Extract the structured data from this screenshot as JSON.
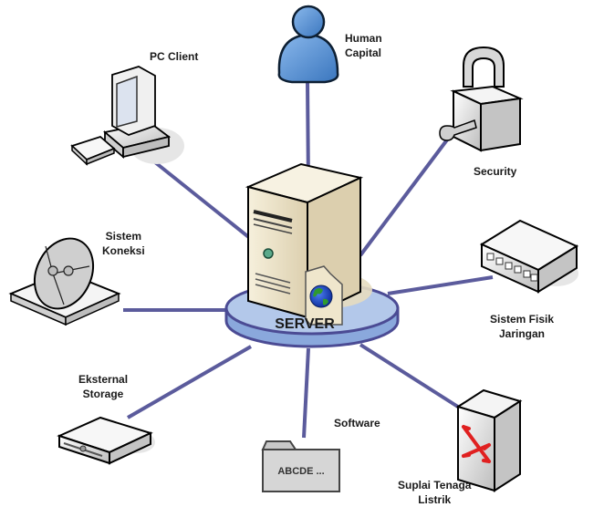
{
  "diagram": {
    "center": {
      "label": "SERVER"
    },
    "nodes": [
      {
        "id": "pc-client",
        "label": "PC Client"
      },
      {
        "id": "human-capital",
        "label": "Human\nCapital"
      },
      {
        "id": "security",
        "label": "Security"
      },
      {
        "id": "sistem-fisik-jaringan",
        "label": "Sistem Fisik\nJaringan"
      },
      {
        "id": "suplai-tenaga-listrik",
        "label": "Suplai Tenaga\nListrik"
      },
      {
        "id": "software",
        "label": "Software",
        "icon_text": "ABCDE ..."
      },
      {
        "id": "eksternal-storage",
        "label": "Eksternal\nStorage"
      },
      {
        "id": "sistem-koneksi",
        "label": "Sistem\nKoneksi"
      }
    ],
    "colors": {
      "connector": "#5b5b9c",
      "platform_top": "#b3c8ea",
      "platform_side": "#8aa8dc",
      "platform_outline": "#4b4b94",
      "server_body": "#efe6cc",
      "person": "#5b95d4",
      "switch_arrow": "#e02020"
    }
  }
}
